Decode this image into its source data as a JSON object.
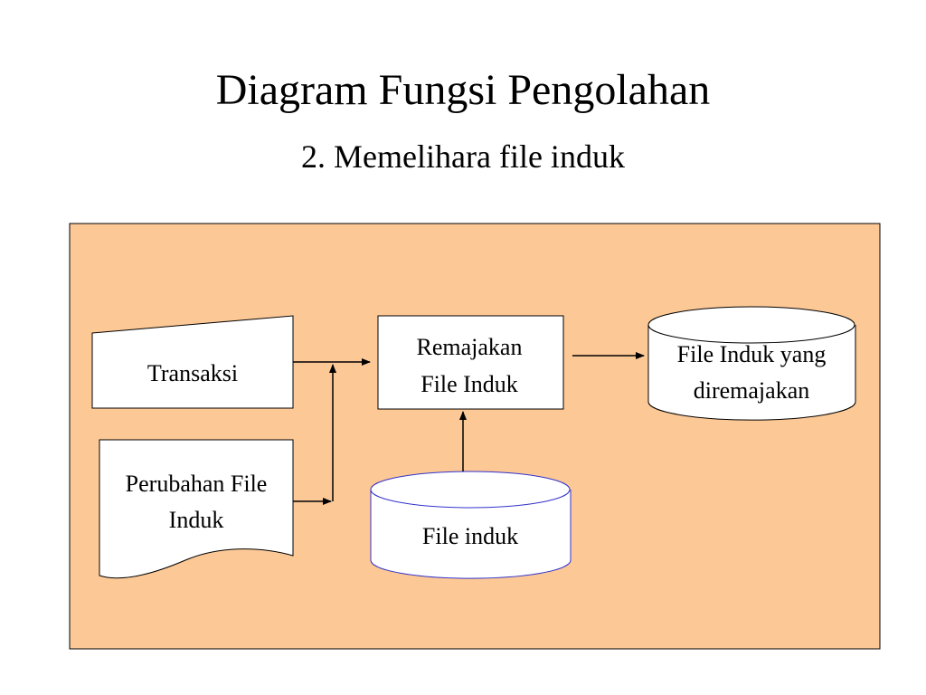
{
  "slide": {
    "title": "Diagram Fungsi Pengolahan",
    "subtitle": "2. Memelihara file induk",
    "panel_color": "#fcc896"
  },
  "diagram": {
    "nodes": {
      "transaksi": {
        "lines": [
          "Transaksi"
        ],
        "shape": "manual-input"
      },
      "perubahan": {
        "lines": [
          "Perubahan File",
          "Induk"
        ],
        "shape": "document"
      },
      "remajakan": {
        "lines": [
          "Remajakan",
          "File Induk"
        ],
        "shape": "process"
      },
      "file_induk": {
        "lines": [
          "File induk"
        ],
        "shape": "disk-storage"
      },
      "file_diremajakan": {
        "lines": [
          "File Induk yang",
          "diremajakan"
        ],
        "shape": "disk-storage"
      }
    },
    "edges": [
      {
        "from": "transaksi",
        "to": "remajakan"
      },
      {
        "from": "perubahan",
        "to": "remajakan"
      },
      {
        "from": "file_induk",
        "to": "remajakan"
      },
      {
        "from": "remajakan",
        "to": "file_diremajakan"
      }
    ]
  }
}
